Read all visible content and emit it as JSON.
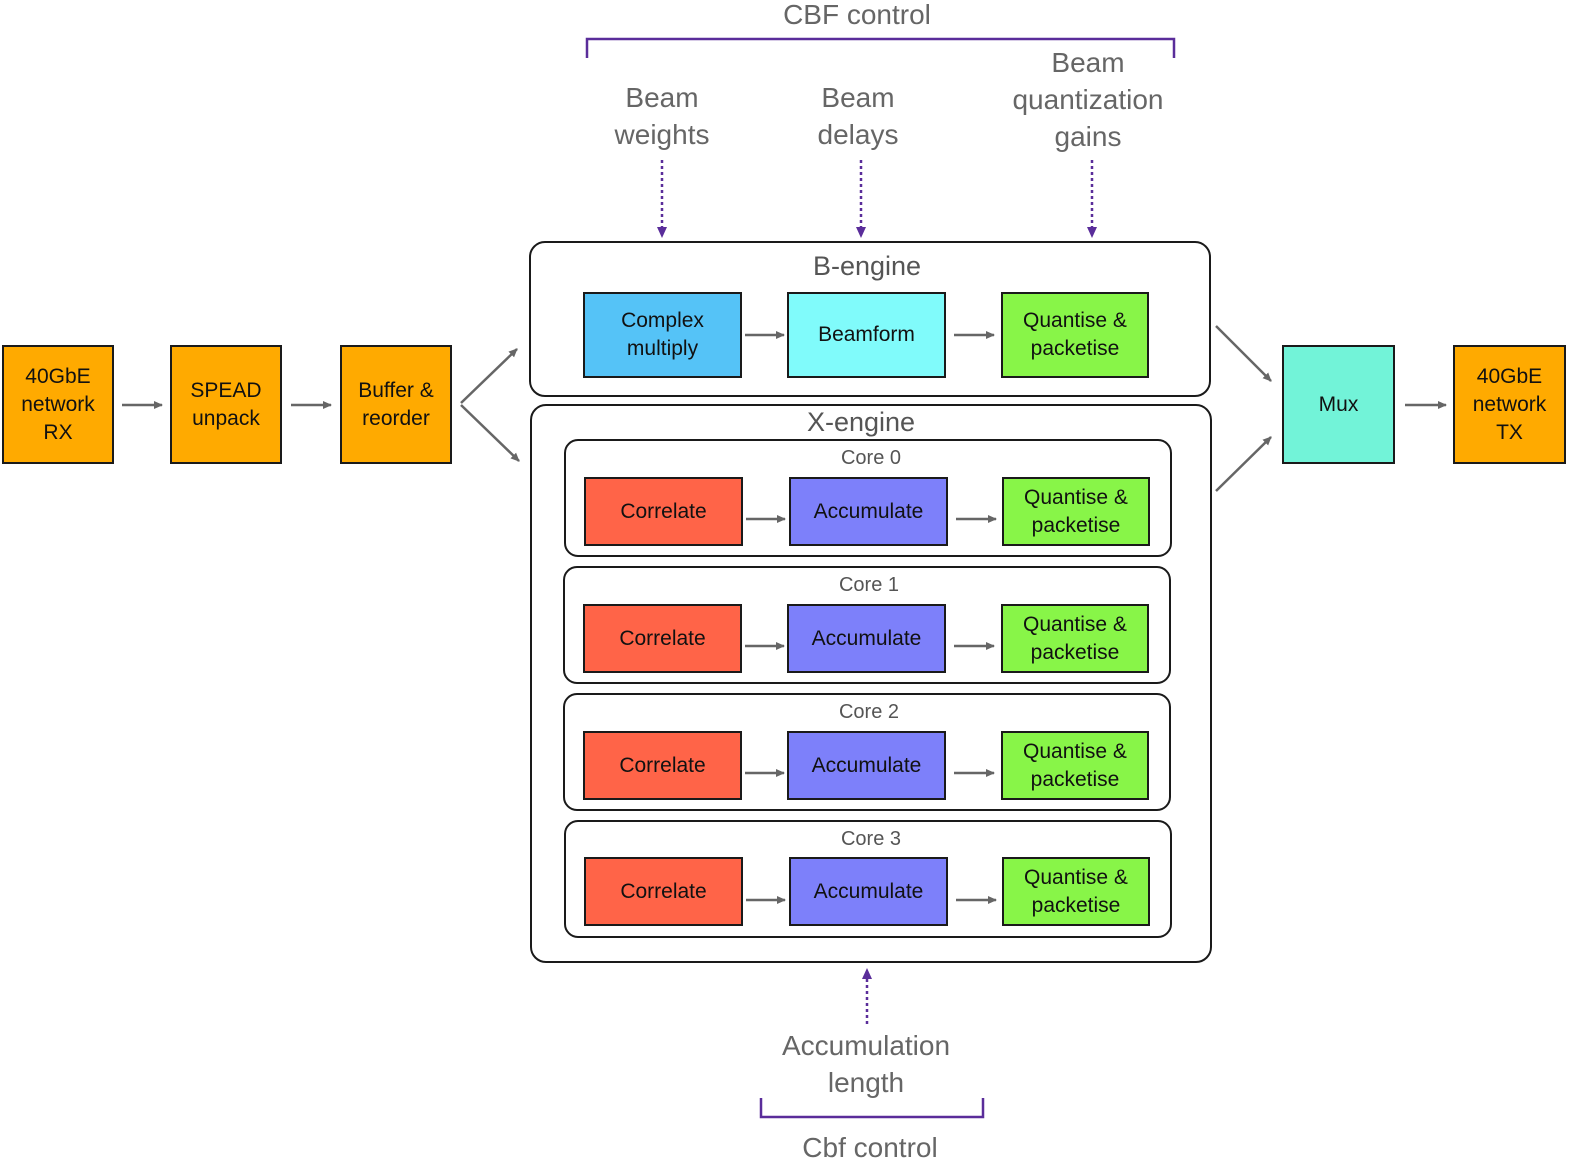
{
  "colors": {
    "network": "#ffaa00",
    "complex_multiply": "#55c3f7",
    "beamform": "#80fbfb",
    "quantise": "#88f548",
    "correlate": "#ff6448",
    "accumulate": "#7d80fa",
    "mux": "#72f3d8",
    "control": "#5a2d9a",
    "arrow": "#666666"
  },
  "control_top": {
    "title": "CBF control",
    "items": [
      "Beam\nweights",
      "Beam\ndelays",
      "Beam\nquantization\ngains"
    ]
  },
  "control_bottom": {
    "item": "Accumulation\nlength",
    "title": "Cbf control"
  },
  "input_chain": [
    "40GbE\nnetwork\nRX",
    "SPEAD\nunpack",
    "Buffer &\nreorder"
  ],
  "b_engine": {
    "title": "B-engine",
    "blocks": [
      "Complex\nmultiply",
      "Beamform",
      "Quantise &\npacketise"
    ]
  },
  "x_engine": {
    "title": "X-engine",
    "cores": [
      {
        "title": "Core 0",
        "blocks": [
          "Correlate",
          "Accumulate",
          "Quantise &\npacketise"
        ]
      },
      {
        "title": "Core 1",
        "blocks": [
          "Correlate",
          "Accumulate",
          "Quantise &\npacketise"
        ]
      },
      {
        "title": "Core 2",
        "blocks": [
          "Correlate",
          "Accumulate",
          "Quantise &\npacketise"
        ]
      },
      {
        "title": "Core 3",
        "blocks": [
          "Correlate",
          "Accumulate",
          "Quantise &\npacketise"
        ]
      }
    ]
  },
  "mux": "Mux",
  "output": "40GbE\nnetwork\nTX"
}
